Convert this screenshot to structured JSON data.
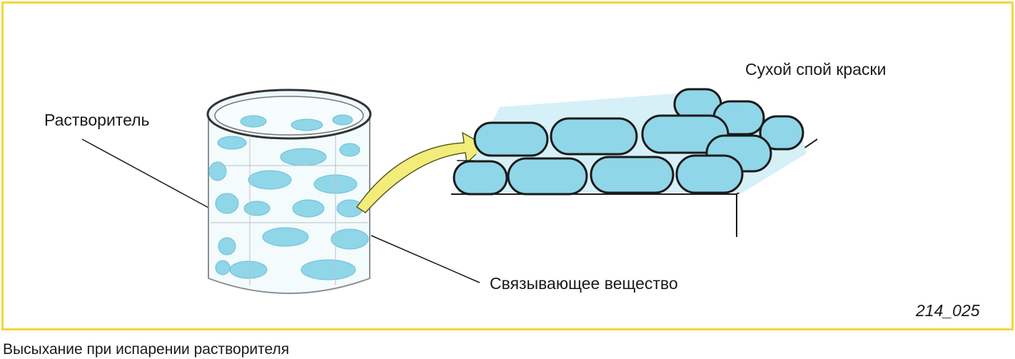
{
  "labels": {
    "solvent": "Растворитель",
    "binder": "Связывающее вещество",
    "dry_layer": "Сухой спой краски"
  },
  "figure_number": "214_025",
  "caption": "Высыхание при испарении растворителя",
  "colors": {
    "frame_border": "#f5d63a",
    "paint_blue": "#8fd6e8",
    "arrow_yellow": "#f2ec7a",
    "outline": "#1a1a1a"
  }
}
